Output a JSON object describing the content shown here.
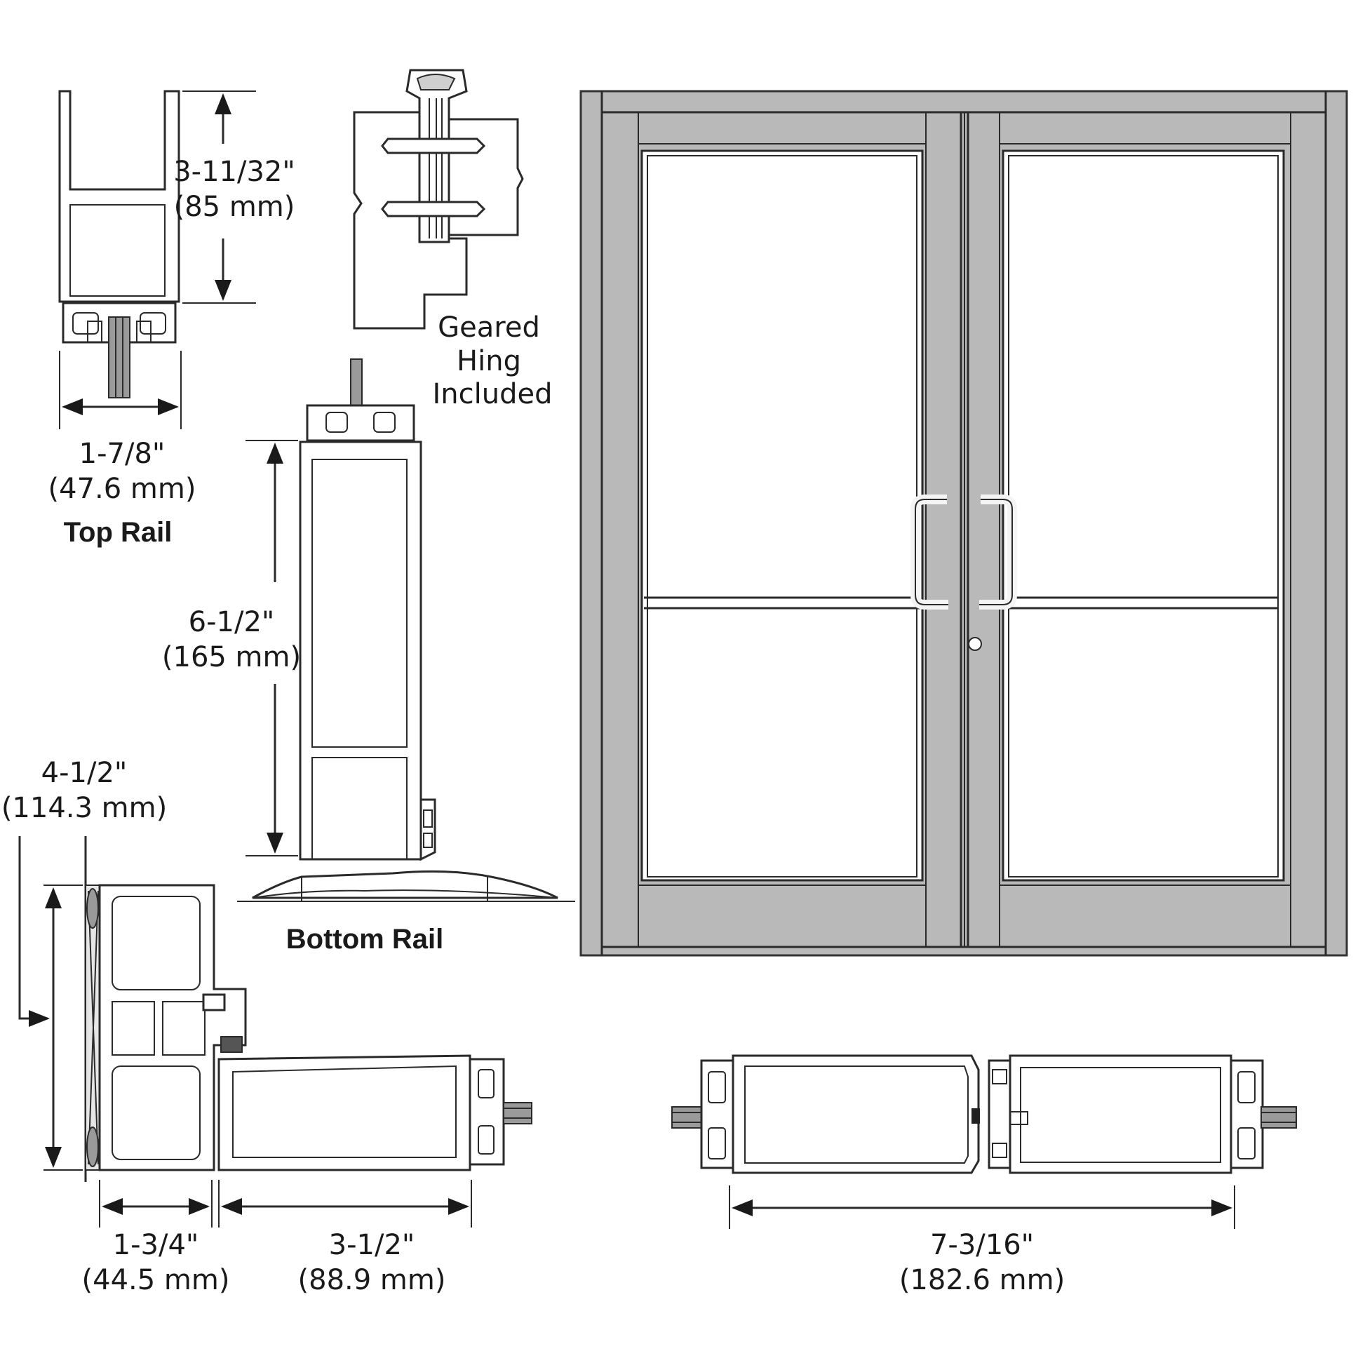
{
  "labels": {
    "top_rail_height": [
      "3-11/32\"",
      "(85 mm)"
    ],
    "top_rail_width": [
      "1-7/8\"",
      "(47.6 mm)"
    ],
    "top_rail_caption": "Top Rail",
    "hinge_note": [
      "Geared",
      "Hing",
      "Included"
    ],
    "bottom_rail_height": [
      "6-1/2\"",
      "(165 mm)"
    ],
    "bottom_rail_caption": "Bottom Rail",
    "jamb_depth": [
      "4-1/2\"",
      "(114.3 mm)"
    ],
    "frame_width": [
      "1-3/4\"",
      "(44.5 mm)"
    ],
    "stile_width": [
      "3-1/2\"",
      "(88.9 mm)"
    ],
    "meeting_stiles_width": [
      "7-3/16\"",
      "(182.6 mm)"
    ]
  },
  "colors": {
    "door_finish": "#b9b9b9",
    "line": "#2a2a2a",
    "background": "#ffffff"
  }
}
